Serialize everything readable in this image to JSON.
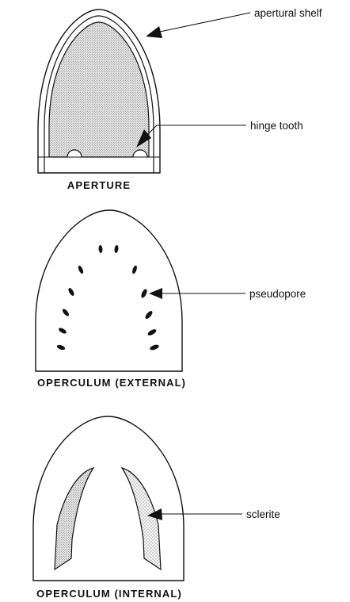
{
  "figures": {
    "aperture": {
      "caption": "APERTURE",
      "labels": {
        "apertural_shelf": "apertural shelf",
        "hinge_tooth": "hinge tooth"
      }
    },
    "operculum_external": {
      "caption": "OPERCULUM (EXTERNAL)",
      "labels": {
        "pseudopore": "pseudopore"
      }
    },
    "operculum_internal": {
      "caption": "OPERCULUM (INTERNAL)",
      "labels": {
        "sclerite": "sclerite"
      }
    }
  }
}
